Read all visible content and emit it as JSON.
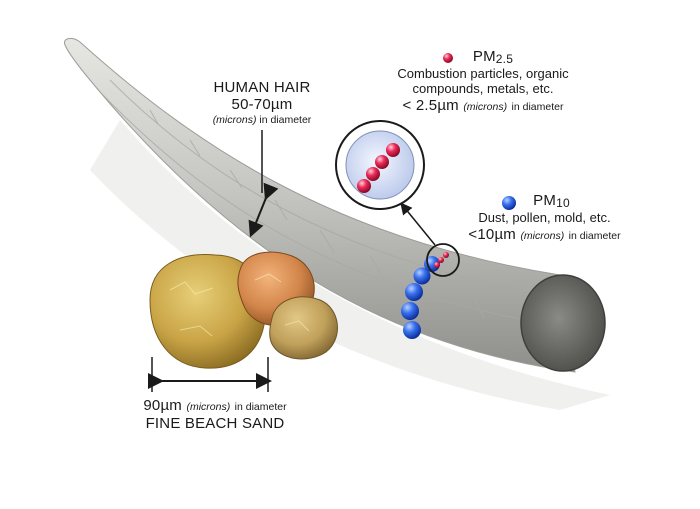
{
  "hair": {
    "title": "HUMAN HAIR",
    "size": "50-70",
    "unit": "µm",
    "microns_note": "(microns)",
    "diameter_note": "in diameter"
  },
  "pm25": {
    "label": "PM",
    "sub": "2.5",
    "line1": "Combustion particles, organic",
    "line2": "compounds, metals, etc.",
    "size": "< 2.5",
    "unit": "µm",
    "microns_note": "(microns)",
    "diameter_note": "in diameter"
  },
  "pm10": {
    "label": "PM",
    "sub": "10",
    "line1": "Dust, pollen, mold, etc.",
    "size": "<10",
    "unit": "µm",
    "microns_note": "(microns)",
    "diameter_note": "in diameter"
  },
  "sand": {
    "size": "90",
    "unit": "µm",
    "microns_note": "(microns)",
    "diameter_note": "in diameter",
    "title": "FINE BEACH SAND"
  },
  "colors": {
    "pm25_dot": "#e2134a",
    "pm10_dot": "#2b63e6",
    "hair": "#c9cac5"
  }
}
